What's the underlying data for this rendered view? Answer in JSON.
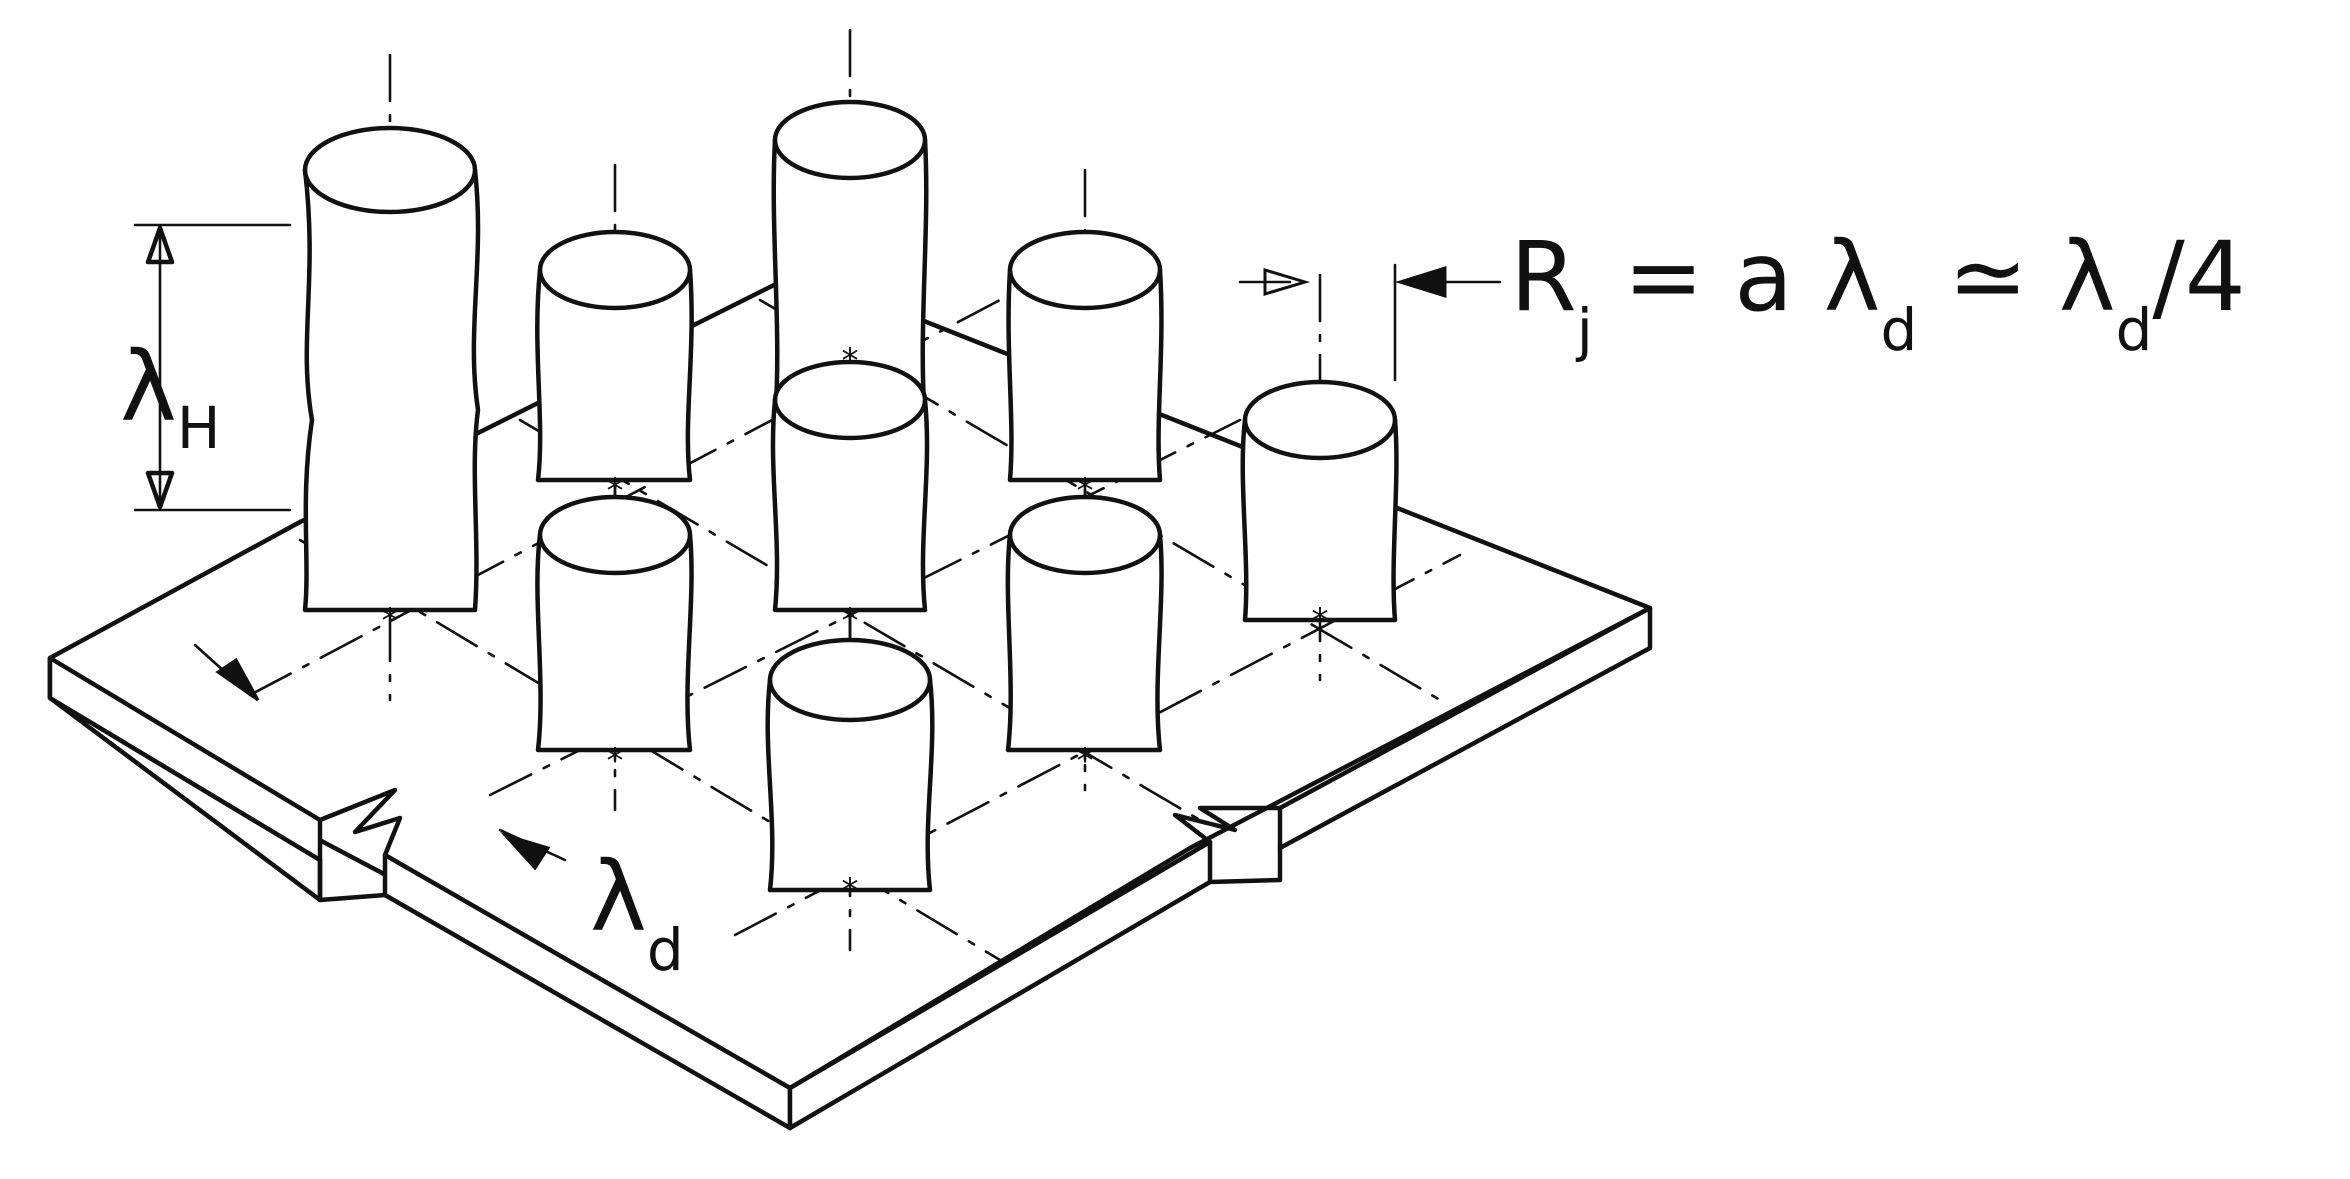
{
  "labels": {
    "lambda_h": {
      "symbol": "λ",
      "sub": "H"
    },
    "lambda_d": {
      "symbol": "λ",
      "sub": "d"
    },
    "jet_radius": {
      "r": "R",
      "r_sub": "j",
      "eq1": " = a ",
      "lam1": "λ",
      "lam1_sub": "d",
      "eq2": " ≃ ",
      "lam2": "λ",
      "lam2_sub": "d",
      "tail": "/4"
    }
  },
  "colors": {
    "ink": "#111111",
    "paper": "#ffffff"
  }
}
